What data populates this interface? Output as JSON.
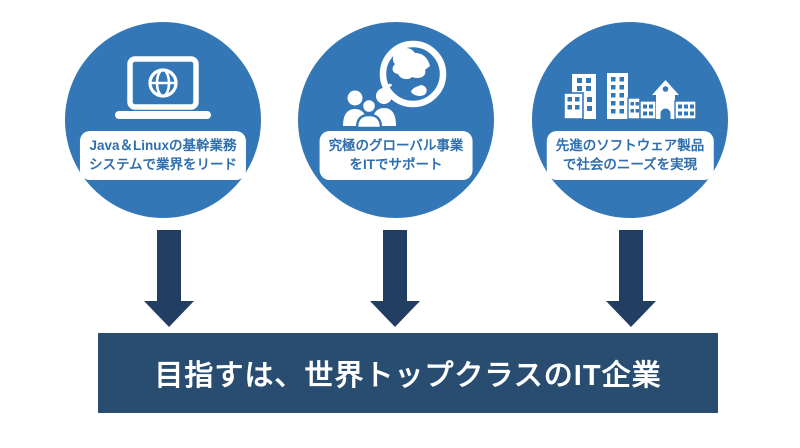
{
  "diagram": {
    "pillars": [
      {
        "icon": "laptop-globe-icon",
        "label_lines": [
          "Java＆Linuxの基幹業務",
          "システムで業界をリード"
        ]
      },
      {
        "icon": "globe-people-icon",
        "label_lines": [
          "究極のグローバル事業",
          "をITでサポート"
        ]
      },
      {
        "icon": "city-buildings-icon",
        "label_lines": [
          "先進のソフトウェア製品",
          "で社会のニーズを実現"
        ]
      }
    ],
    "banner": {
      "title": "目指すは、世界トップクラスのIT企業"
    },
    "colors": {
      "circle_fill": "#3377b7",
      "label_box_bg": "#ffffff",
      "label_text": "#2f6fae",
      "arrow": "#233e63",
      "banner_bg": "#284d70",
      "banner_text": "#ffffff"
    }
  }
}
